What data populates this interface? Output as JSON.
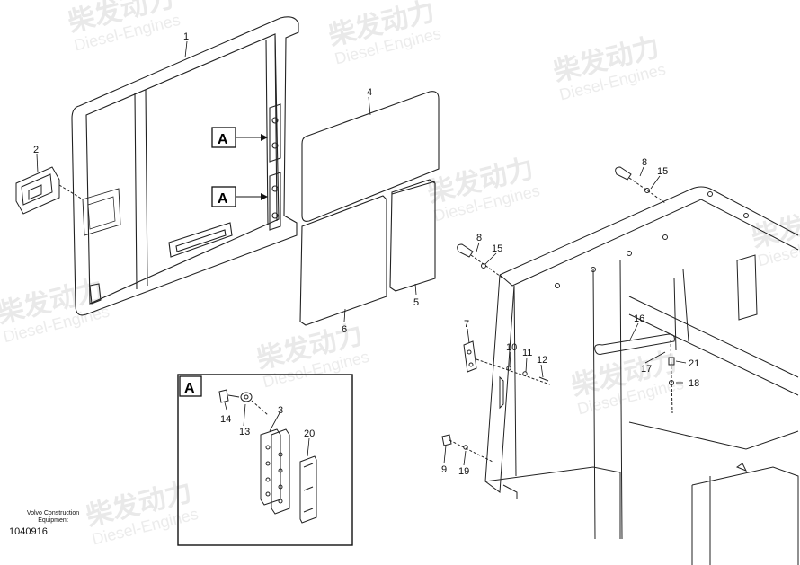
{
  "watermark": {
    "brand": "柴发动力",
    "sub": "Diesel-Engines"
  },
  "caption": {
    "line1": "Volvo Construction",
    "line2": "Equipment"
  },
  "drawing_number": "1040916",
  "detail": {
    "title": "A"
  },
  "callouts": {
    "c1": "1",
    "c2": "2",
    "c3": "3",
    "c4": "4",
    "c5": "5",
    "c6": "6",
    "c7": "7",
    "c8a": "8",
    "c8b": "8",
    "c9": "9",
    "c10": "10",
    "c11": "11",
    "c12": "12",
    "c13": "13",
    "c14": "14",
    "c15a": "15",
    "c15b": "15",
    "c16": "16",
    "c17": "17",
    "c18": "18",
    "c19": "19",
    "c20": "20",
    "c21": "21"
  },
  "ref_labels": {
    "a1": "A",
    "a2": "A"
  }
}
